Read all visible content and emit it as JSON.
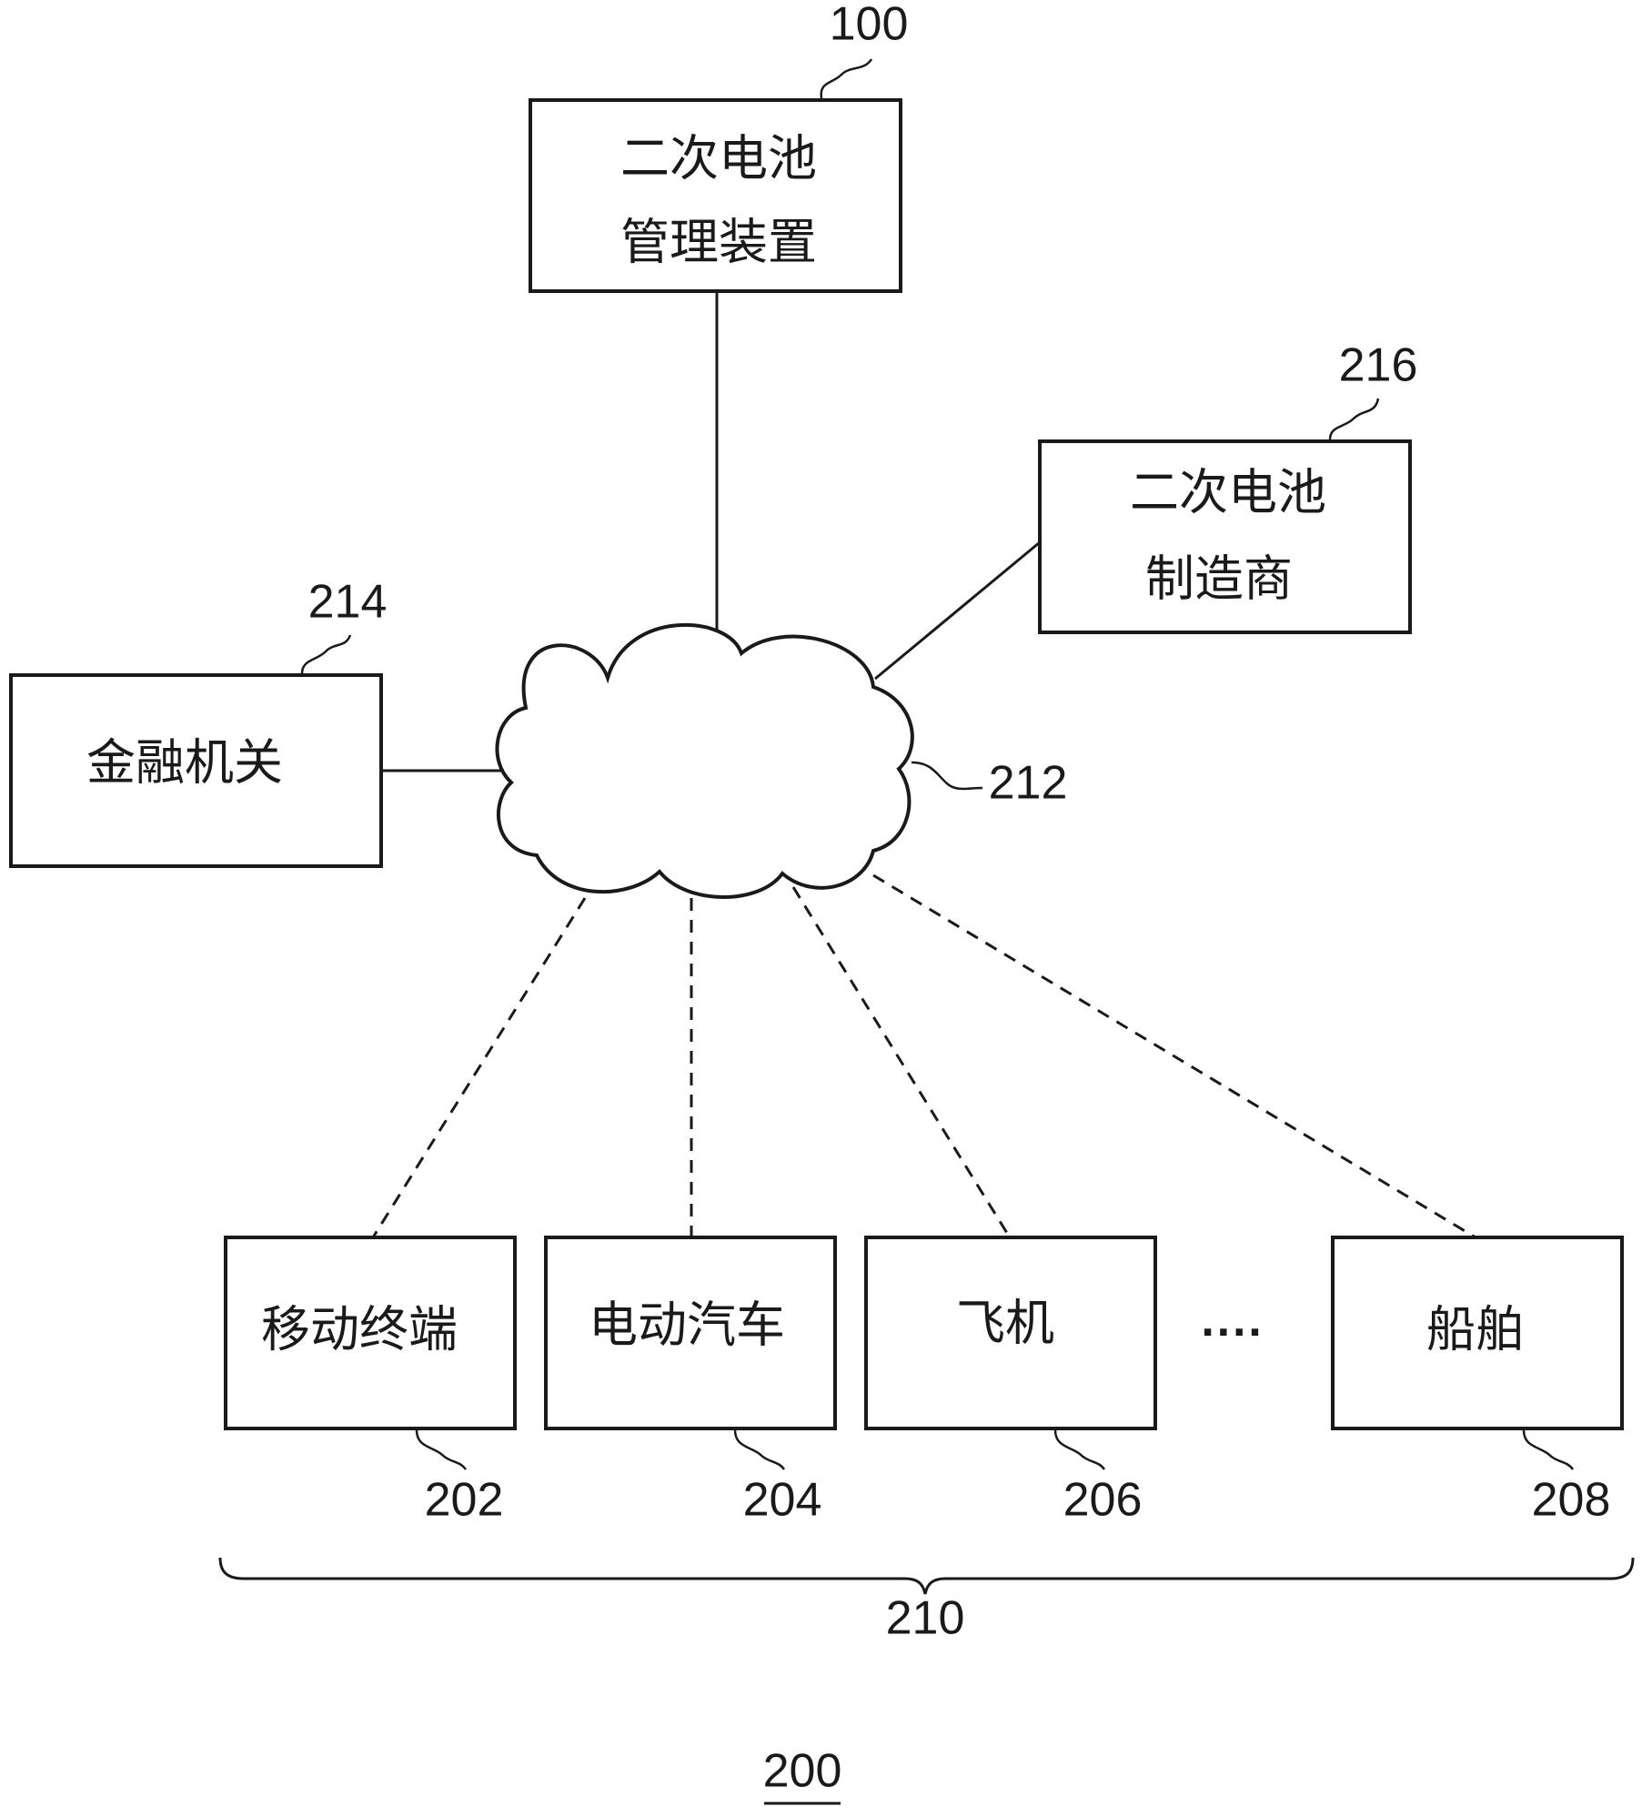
{
  "figure": {
    "label": "200"
  },
  "network": {
    "ref": "212"
  },
  "group": {
    "ref": "210"
  },
  "ellipsis": "····",
  "nodes": {
    "manager": {
      "line1": "二次电池",
      "line2": "管理装置",
      "ref": "100"
    },
    "maker": {
      "line1": "二次电池",
      "line2": "制造商",
      "ref": "216"
    },
    "finance": {
      "label": "金融机关",
      "ref": "214"
    },
    "mobile": {
      "label": "移动终端",
      "ref": "202"
    },
    "ev": {
      "label": "电动汽车",
      "ref": "204"
    },
    "plane": {
      "label": "飞机",
      "ref": "206"
    },
    "ship": {
      "label": "船舶",
      "ref": "208"
    }
  }
}
